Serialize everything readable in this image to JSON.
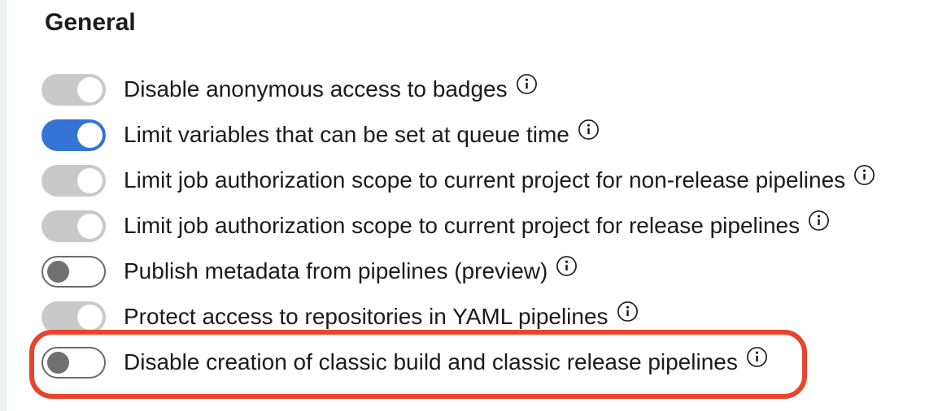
{
  "section": {
    "title": "General"
  },
  "settings": [
    {
      "label": "Disable anonymous access to badges",
      "state": "on_disabled",
      "highlighted": false
    },
    {
      "label": "Limit variables that can be set at queue time",
      "state": "on",
      "highlighted": false
    },
    {
      "label": "Limit job authorization scope to current project for non-release pipelines",
      "state": "on_disabled",
      "highlighted": false
    },
    {
      "label": "Limit job authorization scope to current project for release pipelines",
      "state": "on_disabled",
      "highlighted": false
    },
    {
      "label": "Publish metadata from pipelines (preview)",
      "state": "off",
      "highlighted": false
    },
    {
      "label": "Protect access to repositories in YAML pipelines",
      "state": "on_disabled",
      "highlighted": false
    },
    {
      "label": "Disable creation of classic build and classic release pipelines",
      "state": "off",
      "highlighted": true
    }
  ],
  "icons": {
    "info": "info-icon (circled lowercase i)"
  },
  "colors": {
    "toggle_on": "#3374d4",
    "toggle_on_disabled": "#c9c9c9",
    "toggle_off_border": "#6b6b6b",
    "toggle_off_knob": "#717171",
    "annotation": "#e8452c",
    "text": "#1b1b1b",
    "left_strip": "#eef0f1",
    "background": "#ffffff"
  }
}
